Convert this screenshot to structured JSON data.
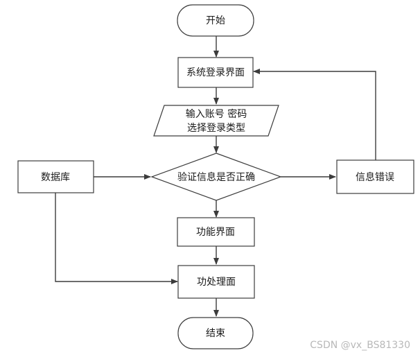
{
  "nodes": {
    "start": "开始",
    "login": "系统登录界面",
    "input_line1": "输入账号 密码",
    "input_line2": "选择登录类型",
    "verify": "验证信息是否正确",
    "database": "数据库",
    "error": "信息错误",
    "function": "功能界面",
    "process": "功处理面",
    "end": "结束"
  },
  "watermark": "CSDN @vx_BS81330"
}
